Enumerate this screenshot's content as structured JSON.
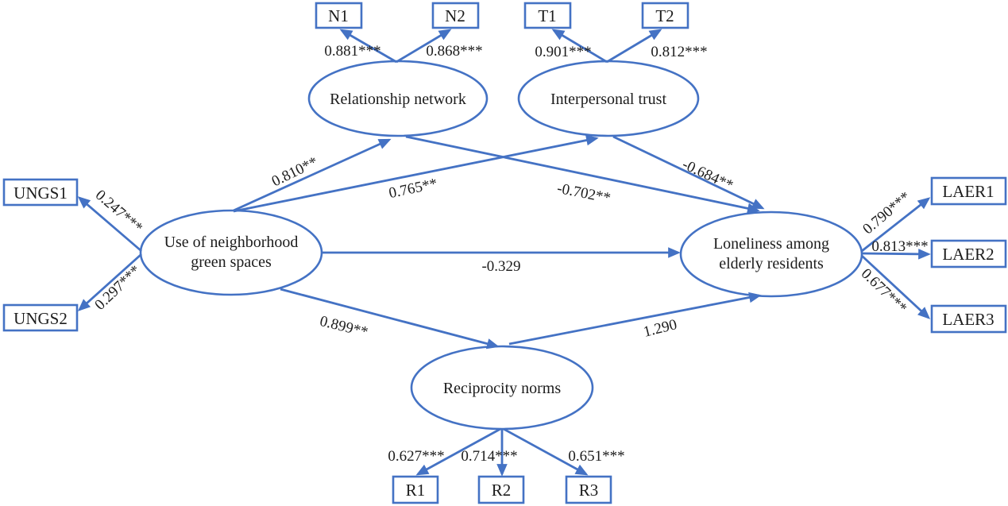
{
  "colors": {
    "line": "#4472C4",
    "text": "#1c1c1c",
    "background": "#ffffff"
  },
  "latents": {
    "relationship_network": {
      "label": "Relationship network"
    },
    "interpersonal_trust": {
      "label": "Interpersonal trust"
    },
    "use_of_neighborhood_green_spaces": {
      "line1": "Use of neighborhood",
      "line2": "green spaces"
    },
    "loneliness_among_elderly_residents": {
      "line1": "Loneliness among",
      "line2": "elderly residents"
    },
    "reciprocity_norms": {
      "label": "Reciprocity norms"
    }
  },
  "indicators": {
    "n1": {
      "label": "N1",
      "loading": "0.881***"
    },
    "n2": {
      "label": "N2",
      "loading": "0.868***"
    },
    "t1": {
      "label": "T1",
      "loading": "0.901***"
    },
    "t2": {
      "label": "T2",
      "loading": "0.812***"
    },
    "ungs1": {
      "label": "UNGS1",
      "loading": "0.247***"
    },
    "ungs2": {
      "label": "UNGS2",
      "loading": "0.297***"
    },
    "laer1": {
      "label": "LAER1",
      "loading": "0.790***"
    },
    "laer2": {
      "label": "LAER2",
      "loading": "0.813***"
    },
    "laer3": {
      "label": "LAER3",
      "loading": "0.677***"
    },
    "r1": {
      "label": "R1",
      "loading": "0.627***"
    },
    "r2": {
      "label": "R2",
      "loading": "0.714***"
    },
    "r3": {
      "label": "R3",
      "loading": "0.651***"
    }
  },
  "paths": {
    "ungs_to_relationship_network": "0.810**",
    "ungs_to_interpersonal_trust": "0.765**",
    "ungs_to_loneliness": "-0.329",
    "ungs_to_reciprocity_norms": "0.899**",
    "relationship_network_to_loneliness": "-0.702**",
    "interpersonal_trust_to_loneliness": "-0.684**",
    "reciprocity_norms_to_loneliness": "1.290"
  }
}
